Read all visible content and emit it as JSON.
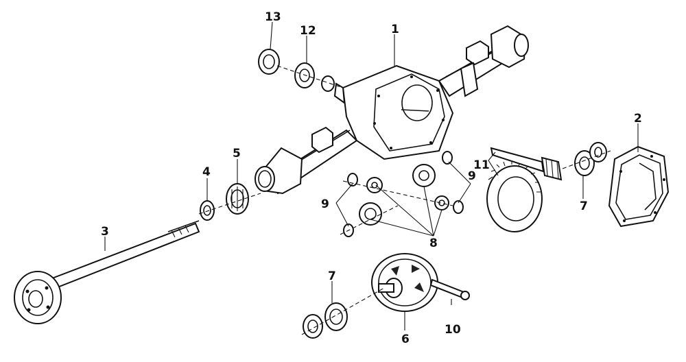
{
  "callouts": {
    "c1": "1",
    "c2": "2",
    "c3": "3",
    "c4": "4",
    "c5": "5",
    "c6": "6",
    "c7a": "7",
    "c7b": "7",
    "c8": "8",
    "c9a": "9",
    "c9b": "9",
    "c10": "10",
    "c11": "11",
    "c12": "12",
    "c13": "13"
  }
}
